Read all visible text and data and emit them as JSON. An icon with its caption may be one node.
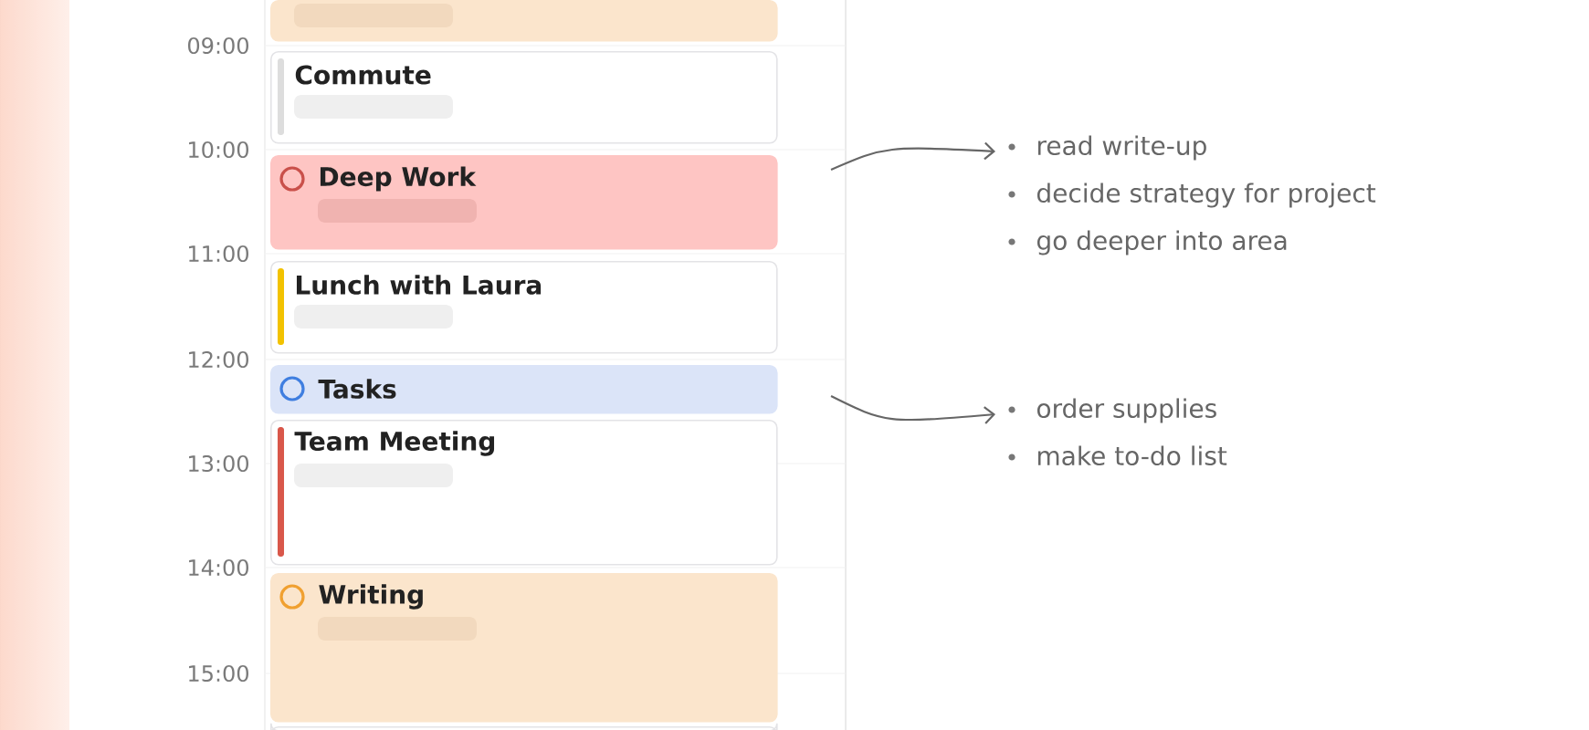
{
  "diagram": {
    "nodes": [
      {
        "text": [],
        "shape": "box"
      },
      {
        "text": [
          "Commute"
        ]
      },
      {
        "text": [
          "Deep Work"
        ]
      },
      {
        "text": [
          "Lunch with Laura"
        ]
      },
      {
        "text": [
          "Tasks"
        ]
      },
      {
        "text": [
          "Team Meeting"
        ]
      },
      {
        "text": [
          "Writing"
        ]
      },
      {
        "text": [],
        "shape": "box"
      },
      {
        "text": [
          "read write-up",
          "decide strategy for project",
          "go deeper into area"
        ]
      },
      {
        "text": [
          "order supplies",
          "make to-do list"
        ]
      }
    ],
    "edges": [
      {
        "from": null,
        "to": 8,
        "arrow": "to"
      },
      {
        "from": null,
        "to": 9,
        "arrow": "to"
      }
    ],
    "labels": [
      "09:00",
      "10:00",
      "11:00",
      "12:00",
      "13:00",
      "14:00",
      "15:00"
    ]
  }
}
